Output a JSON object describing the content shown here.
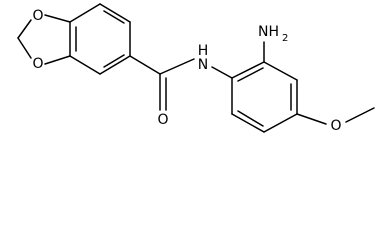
{
  "molecule": {
    "atoms": {
      "o_dioxole_top": "O",
      "o_dioxole_bottom": "O",
      "o_carbonyl": "O",
      "nh": "N",
      "nh_h": "H",
      "nh2": "NH",
      "nh2_sub": "2",
      "o_methoxy": "O"
    }
  }
}
